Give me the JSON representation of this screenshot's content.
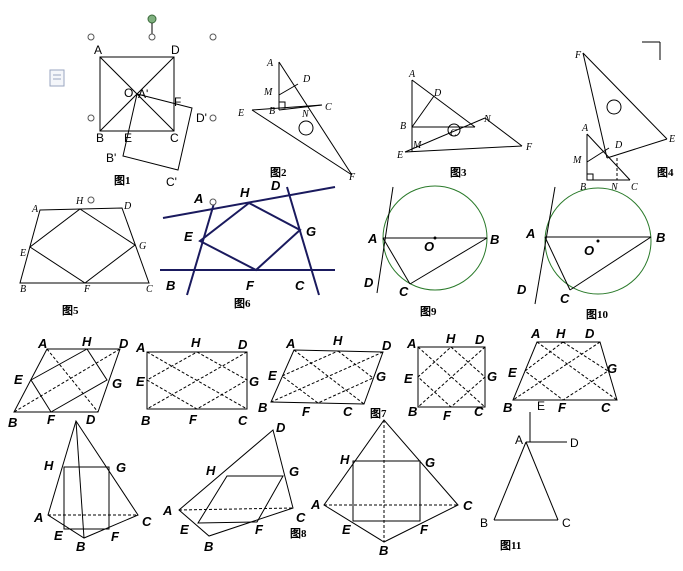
{
  "fig1": {
    "caption": "图1",
    "A": "A",
    "D": "D",
    "O": "O",
    "Ap": "A'",
    "F": "F",
    "Dp": "D'",
    "B": "B",
    "E": "E",
    "C": "C",
    "Bp": "B'",
    "Cp": "C'"
  },
  "fig2": {
    "caption": "图2",
    "A": "A",
    "D": "D",
    "M": "M",
    "E": "E",
    "B": "B",
    "N": "N",
    "C": "C",
    "F": "F"
  },
  "fig3": {
    "caption": "图3",
    "A": "A",
    "D": "D",
    "N": "N",
    "B": "B",
    "C": "C",
    "E": "E",
    "M": "M",
    "F": "F"
  },
  "fig4": {
    "caption": "图4",
    "F": "F",
    "E": "E",
    "A": "A",
    "D": "D",
    "M": "M",
    "B": "B",
    "N": "N",
    "C": "C"
  },
  "fig5": {
    "caption": "图5",
    "A": "A",
    "H": "H",
    "D": "D",
    "E": "E",
    "G": "G",
    "B": "B",
    "F": "F",
    "C": "C"
  },
  "fig6": {
    "caption": "图6",
    "A": "A",
    "H": "H",
    "D": "D",
    "E": "E",
    "G": "G",
    "B": "B",
    "F": "F",
    "C": "C"
  },
  "fig9": {
    "caption": "图9",
    "A": "A",
    "O": "O",
    "B": "B",
    "C": "C",
    "D": "D"
  },
  "fig10": {
    "caption": "图10",
    "A": "A",
    "O": "O",
    "B": "B",
    "C": "C",
    "D": "D"
  },
  "fig7": {
    "caption": "图7",
    "A": "A",
    "H": "H",
    "D": "D",
    "E": "E",
    "G": "G",
    "B": "B",
    "F": "F",
    "C": "C"
  },
  "fig8": {
    "caption": "图8",
    "A": "A",
    "H": "H",
    "D": "D",
    "E": "E",
    "G": "G",
    "B": "B",
    "F": "F",
    "C": "C"
  },
  "fig11": {
    "caption": "图11",
    "A": "A",
    "D": "D",
    "E": "E",
    "B": "B",
    "C": "C"
  }
}
